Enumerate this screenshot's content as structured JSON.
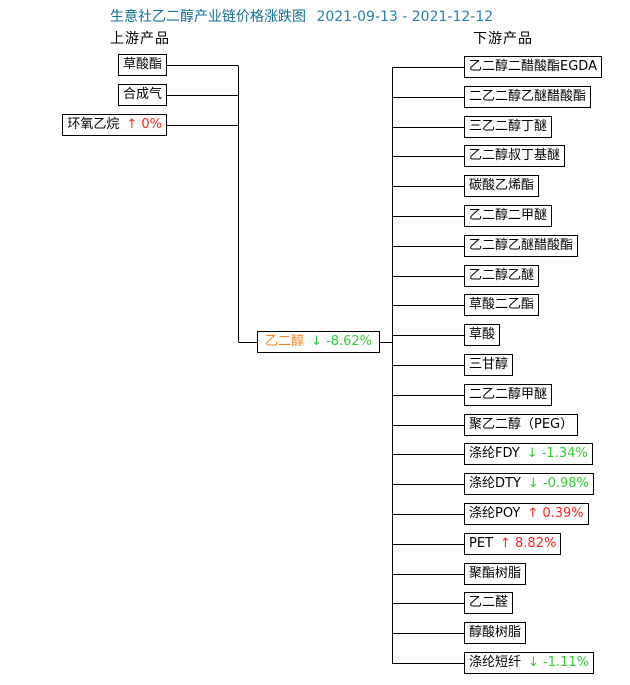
{
  "title": {
    "text": "生意社乙二醇产业链价格涨跌图",
    "date_range": "2021-09-13 - 2021-12-12"
  },
  "palette": {
    "up": "#ff2222",
    "down": "#33cc33",
    "center_label": "#ff8020",
    "title_blue": "#136e93",
    "date_blue": "#2a7fb0",
    "line": "#000000"
  },
  "sections": {
    "upstream_label": "上游产品",
    "downstream_label": "下游产品"
  },
  "center_node": {
    "label": "乙二醇",
    "change": "↓ -8.62%",
    "direction": "down"
  },
  "upstream": {
    "items": [
      {
        "label": "草酸酯"
      },
      {
        "label": "合成气"
      },
      {
        "label": "环氧乙烷",
        "change": "↑ 0%",
        "direction": "up"
      }
    ]
  },
  "downstream": {
    "items": [
      {
        "label": "乙二醇二醋酸酯EGDA"
      },
      {
        "label": "二乙二醇乙醚醋酸酯"
      },
      {
        "label": "三乙二醇丁醚"
      },
      {
        "label": "乙二醇叔丁基醚"
      },
      {
        "label": "碳酸乙烯酯"
      },
      {
        "label": "乙二醇二甲醚"
      },
      {
        "label": "乙二醇乙醚醋酸酯"
      },
      {
        "label": "乙二醇乙醚"
      },
      {
        "label": "草酸二乙酯"
      },
      {
        "label": "草酸"
      },
      {
        "label": "三甘醇"
      },
      {
        "label": "二乙二醇甲醚"
      },
      {
        "label": "聚乙二醇（PEG）"
      },
      {
        "label": "涤纶FDY",
        "change": "↓ -1.34%",
        "direction": "down"
      },
      {
        "label": "涤纶DTY",
        "change": "↓ -0.98%",
        "direction": "down"
      },
      {
        "label": "涤纶POY",
        "change": "↑ 0.39%",
        "direction": "up"
      },
      {
        "label": "PET",
        "change": "↑ 8.82%",
        "direction": "up"
      },
      {
        "label": "聚酯树脂"
      },
      {
        "label": "乙二醛"
      },
      {
        "label": "醇酸树脂"
      },
      {
        "label": "涤纶短纤",
        "change": "↓ -1.11%",
        "direction": "down"
      }
    ]
  }
}
